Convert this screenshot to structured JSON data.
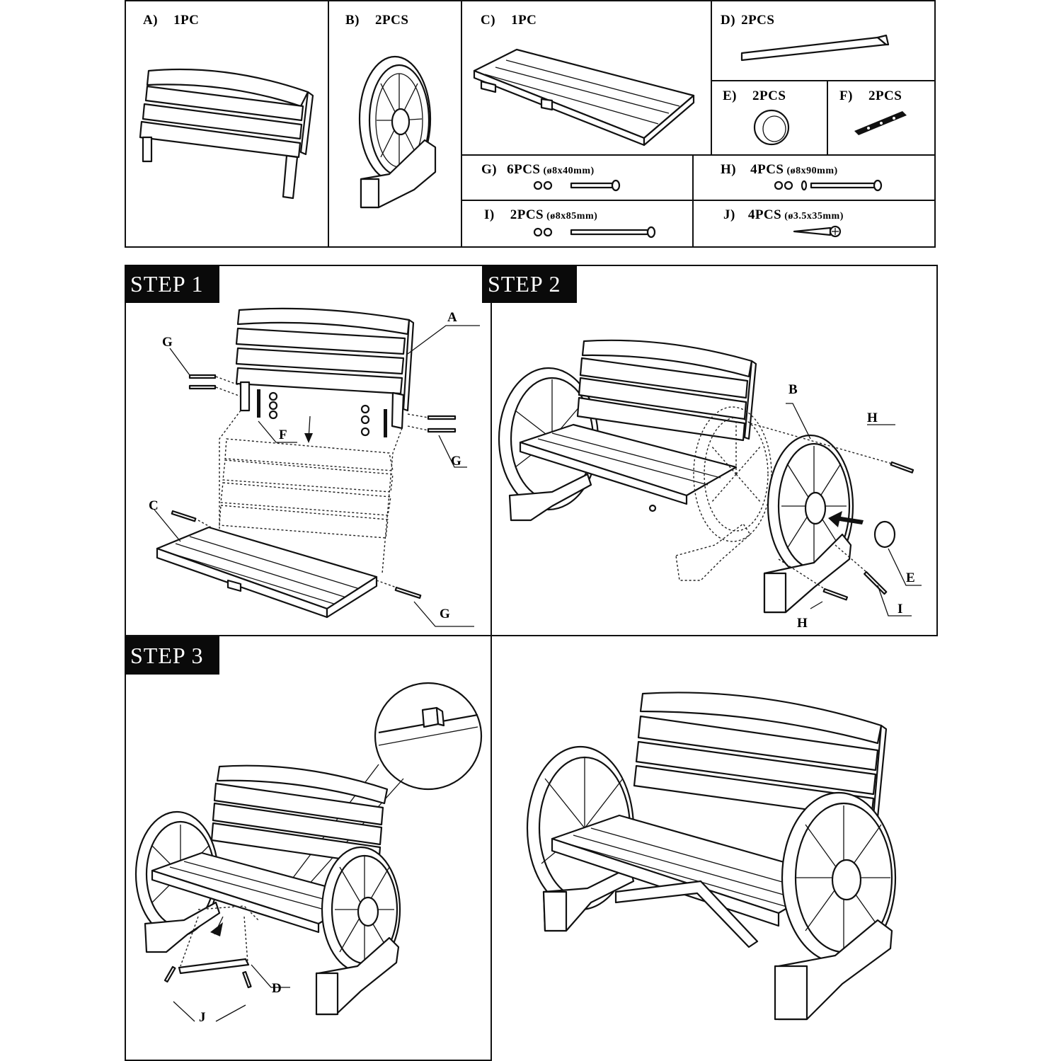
{
  "parts": {
    "A": {
      "letter": "A)",
      "qty": "1PC"
    },
    "B": {
      "letter": "B)",
      "qty": "2PCS"
    },
    "C": {
      "letter": "C)",
      "qty": "1PC"
    },
    "D": {
      "letter": "D)",
      "qty": "2PCS"
    },
    "E": {
      "letter": "E)",
      "qty": "2PCS"
    },
    "F": {
      "letter": "F)",
      "qty": "2PCS"
    },
    "G": {
      "letter": "G)",
      "qty": "6PCS",
      "spec": "(ø8x40mm)"
    },
    "H": {
      "letter": "H)",
      "qty": "4PCS",
      "spec": "(ø8x90mm)"
    },
    "I": {
      "letter": "I)",
      "qty": "2PCS",
      "spec": "(ø8x85mm)"
    },
    "J": {
      "letter": "J)",
      "qty": "4PCS",
      "spec": "(ø3.5x35mm)"
    }
  },
  "steps": {
    "step1": "STEP 1",
    "step2": "STEP 2",
    "step3": "STEP 3"
  },
  "callouts": {
    "step1": {
      "a": "A",
      "g_top": "G",
      "f": "F",
      "g_right": "G",
      "c": "C",
      "g_bottom": "G"
    },
    "step2": {
      "b": "B",
      "h_top": "H",
      "e": "E",
      "i": "I",
      "h_bottom": "H"
    },
    "step3": {
      "d": "D",
      "j": "J"
    }
  }
}
